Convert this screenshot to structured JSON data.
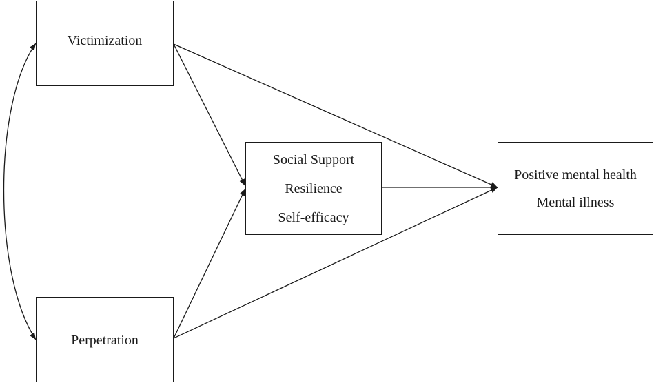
{
  "diagram": {
    "nodes": {
      "victimization": {
        "lines": [
          "Victimization"
        ]
      },
      "perpetration": {
        "lines": [
          "Perpetration"
        ]
      },
      "mediators": {
        "lines": [
          "Social Support",
          "Resilience",
          "Self-efficacy"
        ]
      },
      "outcomes": {
        "lines": [
          "Positive mental health",
          "Mental illness"
        ]
      }
    },
    "edges": [
      {
        "from": "victimization",
        "to": "mediators",
        "type": "directed"
      },
      {
        "from": "victimization",
        "to": "outcomes",
        "type": "directed"
      },
      {
        "from": "perpetration",
        "to": "mediators",
        "type": "directed"
      },
      {
        "from": "perpetration",
        "to": "outcomes",
        "type": "directed"
      },
      {
        "from": "mediators",
        "to": "outcomes",
        "type": "directed"
      },
      {
        "from": "victimization",
        "to": "perpetration",
        "type": "bidirectional-curved"
      }
    ],
    "line_color": "#1a1a1a"
  }
}
